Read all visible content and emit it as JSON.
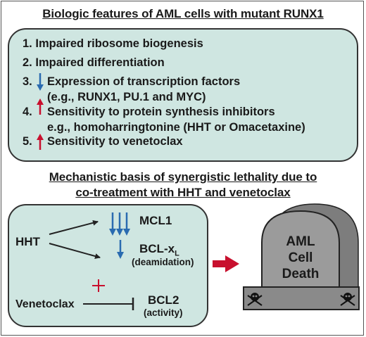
{
  "top_panel": {
    "title": "Biologic features of AML cells with mutant RUNX1",
    "items": [
      {
        "number": "1.",
        "text": "Impaired ribosome biogenesis"
      },
      {
        "number": "2.",
        "text": "Impaired differentiation"
      },
      {
        "number": "3.",
        "arrow": "down",
        "text": "Expression of transcription factors",
        "subtext": "(e.g., RUNX1, PU.1 and MYC)"
      },
      {
        "number": "4.",
        "arrow": "up",
        "text": "Sensitivity to protein synthesis inhibitors",
        "subtext": "e.g., homoharringtonine (HHT or Omacetaxine)"
      },
      {
        "number": "5.",
        "arrow": "up",
        "text": "Sensitivity to venetoclax"
      }
    ]
  },
  "bottom": {
    "title_line1": "Mechanistic basis of synergistic lethality due to",
    "title_line2": "co-treatment with HHT and venetoclax",
    "hht": "HHT",
    "mcl1": "MCL1",
    "bclxl_main": "BCL-x",
    "bclxl_sub": "L",
    "bclxl_note": "(deamidation)",
    "venetoclax": "Venetoclax",
    "bcl2": "BCL2",
    "bcl2_note": "(activity)"
  },
  "tombstone": {
    "line1": "AML",
    "line2": "Cell",
    "line3": "Death"
  },
  "colors": {
    "panel_fill": "#cfe6e1",
    "down_arrow": "#2a6bb0",
    "up_arrow": "#c8102e",
    "big_arrow": "#c8102e",
    "stone": "#9b9b9b"
  }
}
